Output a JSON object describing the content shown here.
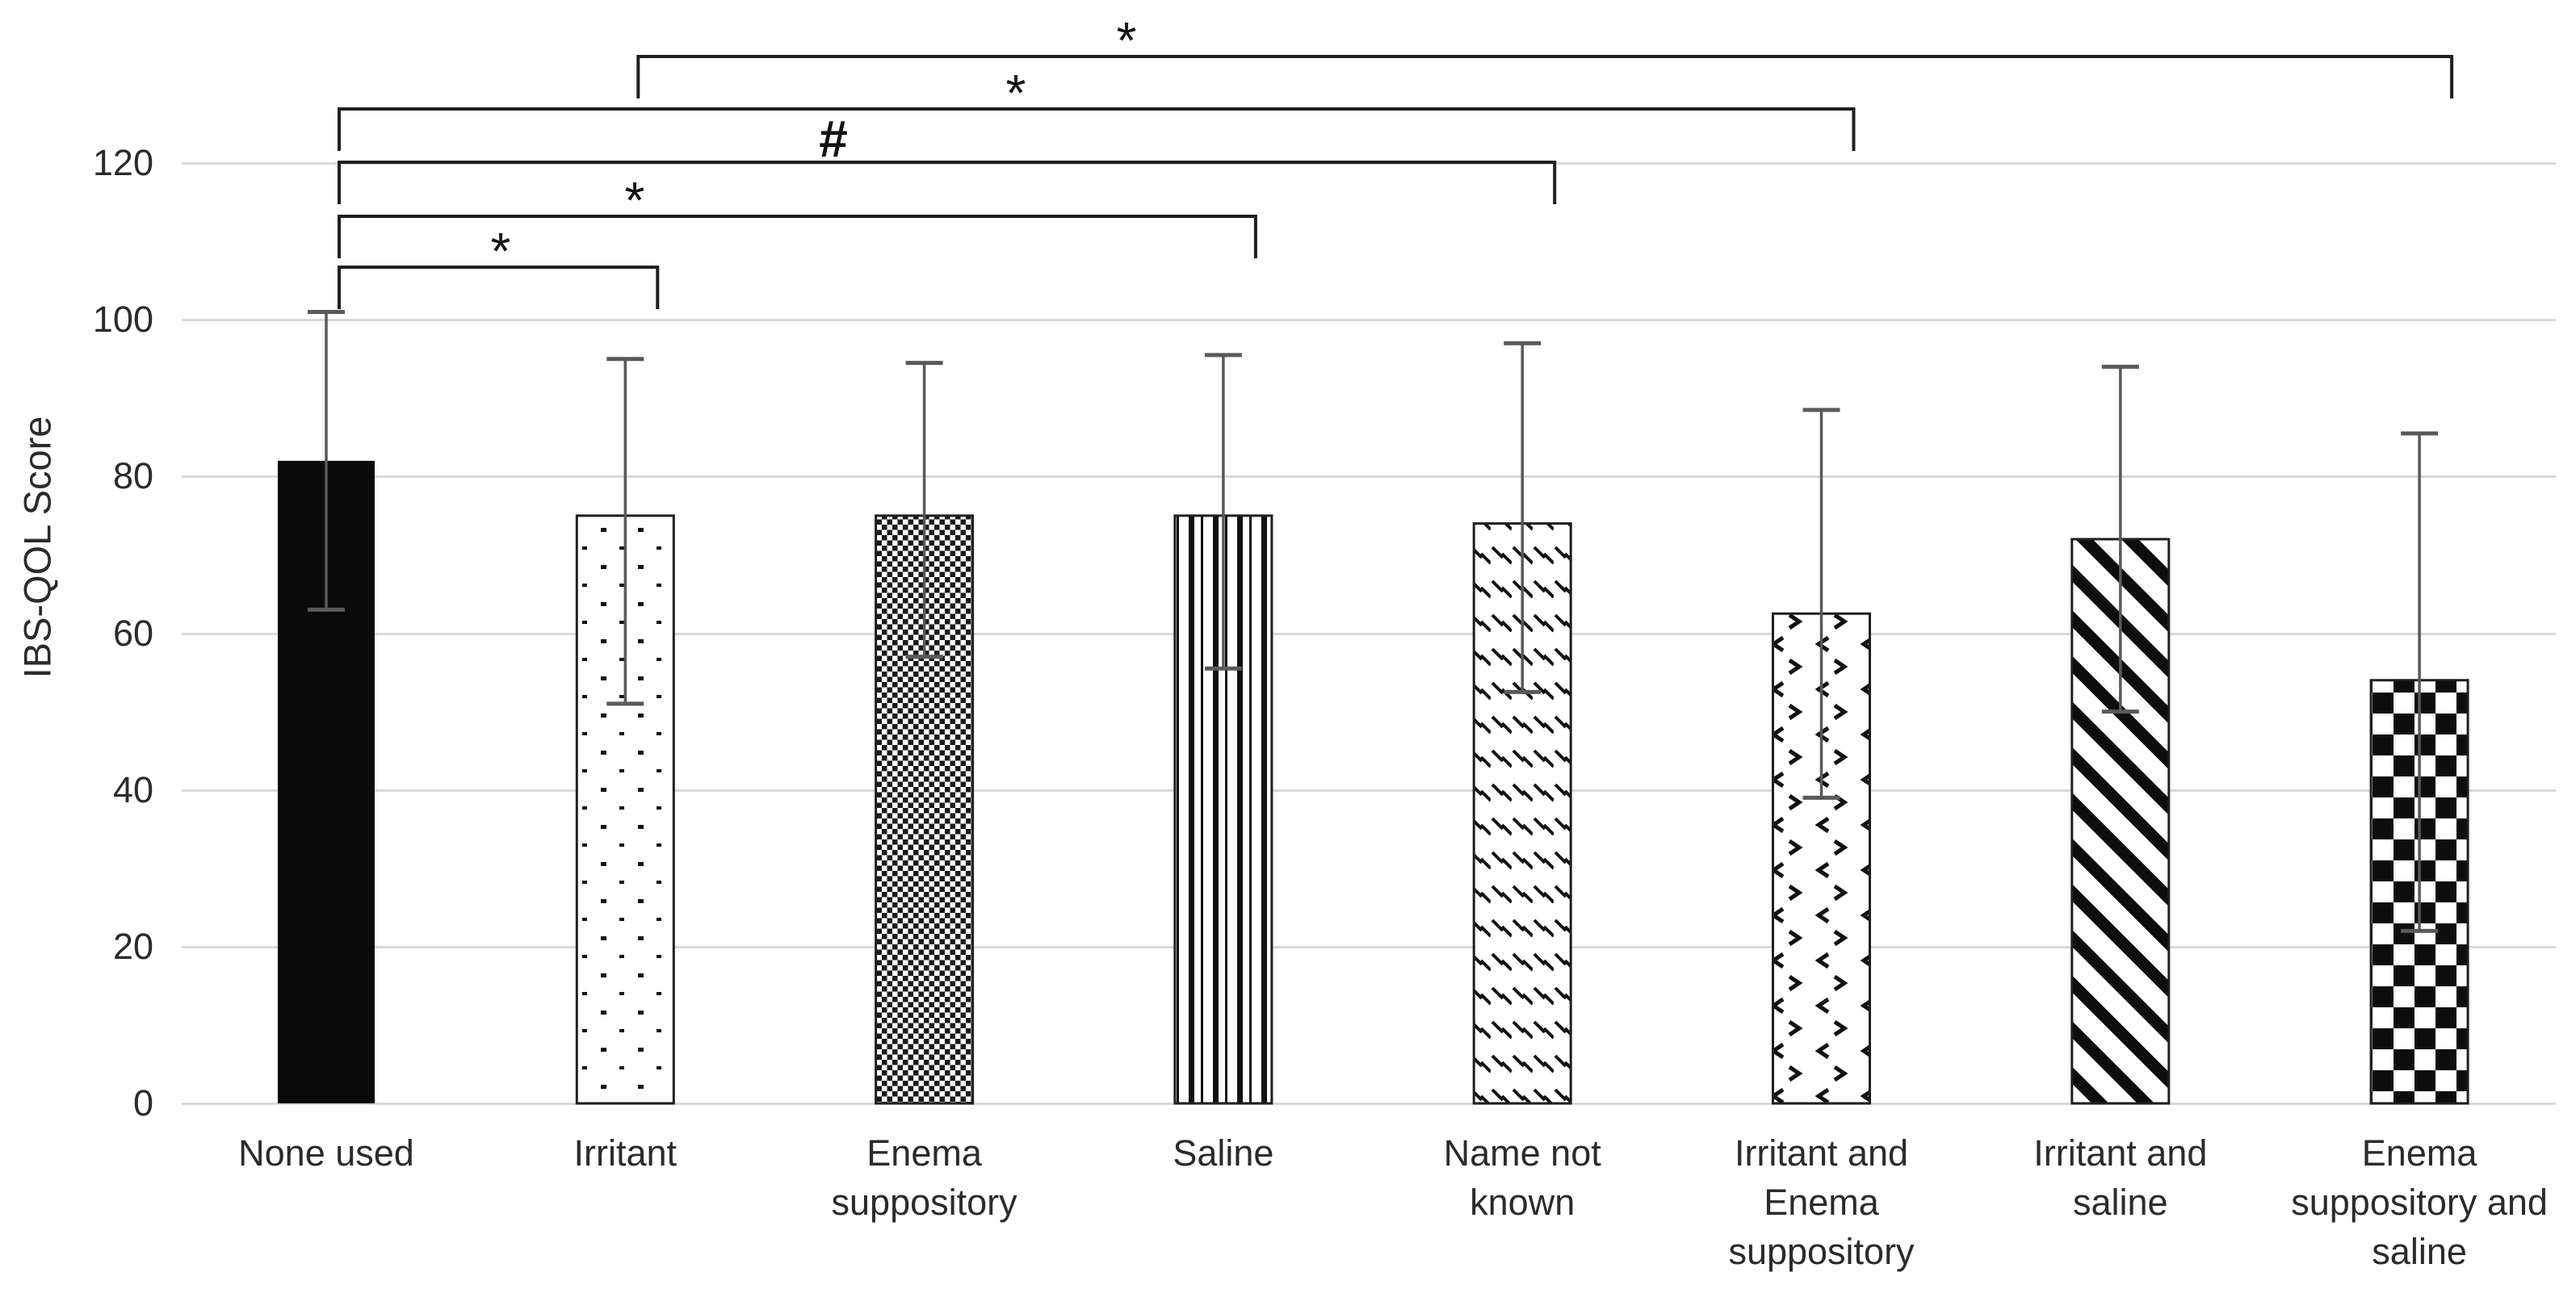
{
  "figure": {
    "y_axis_title": "IBS-QOL Score"
  },
  "y_axis": {
    "ticks": [
      {
        "label": "120",
        "value": 120
      },
      {
        "label": "100",
        "value": 100
      },
      {
        "label": "80",
        "value": 80
      },
      {
        "label": "60",
        "value": 60
      },
      {
        "label": "40",
        "value": 40
      },
      {
        "label": "20",
        "value": 20
      },
      {
        "label": "0",
        "value": 0
      }
    ]
  },
  "chart_data": {
    "type": "bar",
    "title": "",
    "xlabel": "",
    "ylabel": "IBS-QOL Score",
    "ylim": [
      0,
      120
    ],
    "grid": "horizontal-light",
    "legend": "none",
    "categories": [
      "None used",
      "Irritant",
      "Enema suppository",
      "Saline",
      "Name not known",
      "Irritant and Enema suppository",
      "Irritant and saline",
      "Enema suppository and saline"
    ],
    "category_label_lines": [
      [
        "None used"
      ],
      [
        "Irritant"
      ],
      [
        "Enema",
        "suppository"
      ],
      [
        "Saline"
      ],
      [
        "Name not",
        "known"
      ],
      [
        "Irritant and",
        "Enema",
        "suppository"
      ],
      [
        "Irritant and",
        "saline"
      ],
      [
        "Enema",
        "suppository and",
        "saline"
      ]
    ],
    "series": [
      {
        "name": "IBS-QOL Score",
        "values": [
          82,
          75,
          75,
          75,
          74,
          62.5,
          72,
          54
        ],
        "error_low": [
          63,
          51,
          57,
          55.5,
          52.5,
          39,
          50,
          22
        ],
        "error_high": [
          101,
          95,
          94.5,
          95.5,
          97,
          88.5,
          94,
          85.5
        ]
      }
    ],
    "bar_patterns": [
      "solid-black",
      "sparse-dots",
      "dense-small-checker",
      "vertical-stripes",
      "light-diagonal-dashes",
      "divot",
      "bold-diagonal-stripes",
      "large-checker"
    ],
    "significance_brackets": [
      {
        "label": "*",
        "from_category": "Irritant",
        "to_category": "Enema suppository and saline",
        "from_index": 1,
        "to_index": 7,
        "level_y": 70,
        "label_x": 1395
      },
      {
        "label": "*",
        "from_category": "None used",
        "to_category": "Irritant and Enema suppository",
        "from_index": 0,
        "to_index": 5,
        "level_y": 135,
        "label_x": 1258
      },
      {
        "label": "#",
        "from_category": "None used",
        "to_category": "Name not known",
        "from_index": 0,
        "to_index": 4,
        "level_y": 201,
        "label_x": 1032
      },
      {
        "label": "*",
        "from_category": "None used",
        "to_category": "Saline",
        "from_index": 0,
        "to_index": 3,
        "level_y": 268,
        "label_x": 786
      },
      {
        "label": "*",
        "from_category": "None used",
        "to_category": "Irritant",
        "from_index": 0,
        "to_index": 1,
        "level_y": 331,
        "label_x": 620
      }
    ]
  },
  "colors": {
    "background": "#ffffff",
    "bar_fill_dark": "#0a0a0a",
    "bar_outline": "#1f1f1f",
    "error_bar": "#595959",
    "gridline": "#d9d9d9",
    "bracket": "#1f1f1f",
    "text": "#2b2b2b"
  }
}
